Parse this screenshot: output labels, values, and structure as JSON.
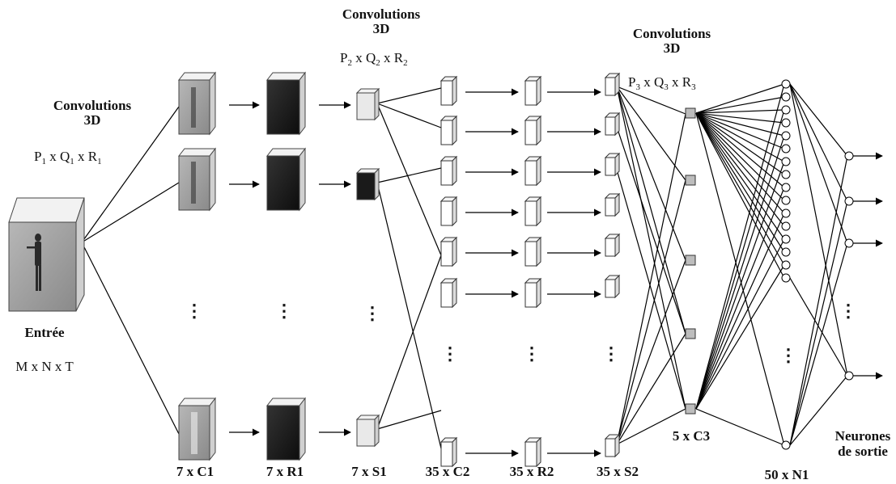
{
  "labels": {
    "conv1_line1": "Convolutions",
    "conv1_line2": "3D",
    "conv2_line1": "Convolutions",
    "conv2_line2": "3D",
    "conv3_line1": "Convolutions",
    "conv3_line2": "3D",
    "input": "Entrée",
    "input_dims": "M x N x T",
    "c1": "7 x C1",
    "r1": "7 x R1",
    "s1": "7 x S1",
    "c2": "35 x C2",
    "r2": "35 x R2",
    "s2": "35 x S2",
    "c3": "5 x C3",
    "n1": "50 x N1",
    "out_line1": "Neurones",
    "out_line2": "de sortie"
  },
  "kernels": {
    "k1": {
      "P": "P",
      "p_sub": "1",
      "x1": " x Q",
      "q_sub": "1",
      "x2": " x R",
      "r_sub": "1"
    },
    "k2": {
      "P": "P",
      "p_sub": "2",
      "x1": " x Q",
      "q_sub": "2",
      "x2": " x R",
      "r_sub": "2"
    },
    "k3": {
      "P": "P",
      "p_sub": "3",
      "x1": " x Q",
      "q_sub": "3",
      "x2": " x R",
      "r_sub": "3"
    }
  },
  "ellipsis": "⋮"
}
